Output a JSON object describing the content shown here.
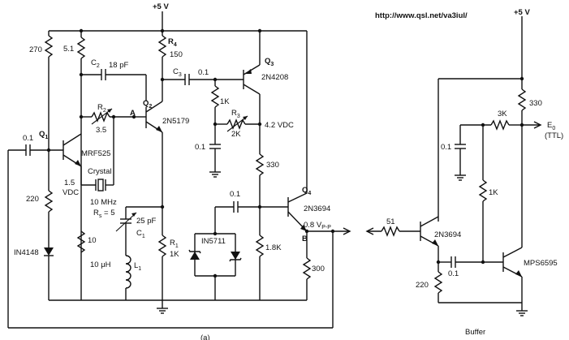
{
  "supply": {
    "main": "+5 V",
    "buffer": "+5 V"
  },
  "url": "http://www.qsl.net/va3iul/",
  "resistors": {
    "r270": "270",
    "r51a": "5.1",
    "r4_name": "R",
    "r4_sub": "4",
    "r4_val": "150",
    "r2_name": "R",
    "r2_sub": "2",
    "r2_val": "3.5",
    "r220": "220",
    "r10": "10",
    "r1_name": "R",
    "r1_sub": "1",
    "r1_val": "1K",
    "r1k": "1K",
    "r3_name": "R",
    "r3_sub": "3",
    "r3_val": "2K",
    "r330": "330",
    "r18k": "1.8K",
    "r300": "300",
    "b51": "51",
    "b3k": "3K",
    "b330": "330",
    "b1k": "1K",
    "b220": "220"
  },
  "capacitors": {
    "c2_name": "C",
    "c2_sub": "2",
    "c2_val": "18 pF",
    "cin": "0.1",
    "c3_name": "C",
    "c3_sub": "3",
    "c3_val": "0.1",
    "c01a": "0.1",
    "c01b": "0.1",
    "c1_val": "25 pF",
    "c1_name": "C",
    "c1_sub": "1",
    "b01a": "0.1",
    "b01b": "0.1"
  },
  "transistors": {
    "q1": "Q",
    "q1_sub": "1",
    "q1_part": "MRF525",
    "q2": "Q",
    "q2_sub": "2",
    "q2_part": "2N5179",
    "q3": "Q",
    "q3_sub": "3",
    "q3_part": "2N4208",
    "q4": "Q",
    "q4_sub": "4",
    "q4_part": "2N3694",
    "b_q1": "2N3694",
    "b_q2": "MPS6595"
  },
  "misc": {
    "crystal": "Crystal",
    "vdc": "1.5",
    "vdc2": "VDC",
    "freq": "10 MHz",
    "rs": "R",
    "rs_sub": "s",
    "rs_eq": " = 5",
    "inductor": "10 μH",
    "l1": "L",
    "l1_sub": "1",
    "diode1": "IN4148",
    "diode2": "IN5711",
    "node_a": "A",
    "node_b": "B",
    "vdc42": "4.2 VDC",
    "vpp": "0.8 V",
    "vpp_sub": "P-P",
    "e0": "E",
    "e0_sub": "0",
    "ttl": "(TTL)",
    "caption": "(a)",
    "buffer": "Buffer"
  }
}
